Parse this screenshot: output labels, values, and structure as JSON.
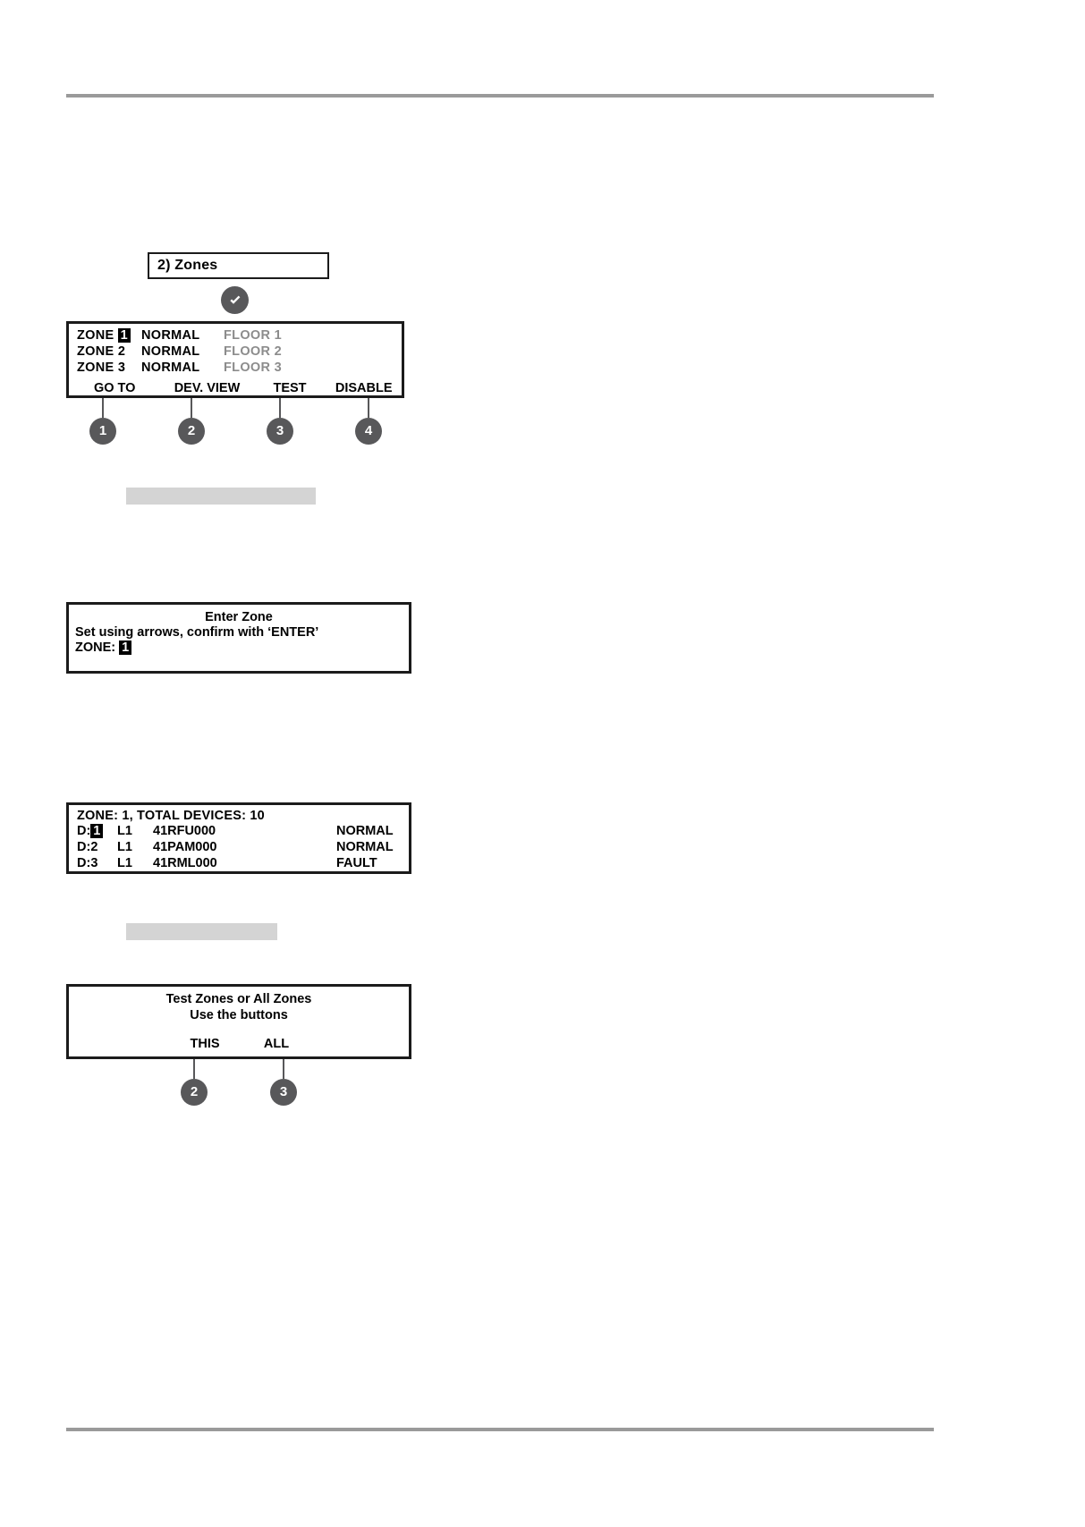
{
  "menu": {
    "title": "2) Zones"
  },
  "confirm_badge": {
    "icon": "check-icon"
  },
  "zones_screen": {
    "rows": [
      {
        "name": "ZONE",
        "number": "1",
        "selected": true,
        "state": "NORMAL",
        "label": "FLOOR 1"
      },
      {
        "name": "ZONE",
        "number": "2",
        "selected": false,
        "state": "NORMAL",
        "label": "FLOOR 2"
      },
      {
        "name": "ZONE",
        "number": "3",
        "selected": false,
        "state": "NORMAL",
        "label": "FLOOR 3"
      }
    ],
    "softkeys": [
      {
        "label": "GO TO",
        "callout": "1"
      },
      {
        "label": "DEV. VIEW",
        "callout": "2"
      },
      {
        "label": "TEST",
        "callout": "3"
      },
      {
        "label": "DISABLE",
        "callout": "4"
      }
    ]
  },
  "enter_zone_screen": {
    "title": "Enter Zone",
    "instruction": "Set using arrows, confirm with ‘ENTER’",
    "field_label": "ZONE:",
    "field_value": "1"
  },
  "device_view_screen": {
    "header": "ZONE: 1, TOTAL DEVICES: 10",
    "rows": [
      {
        "id_prefix": "D:",
        "id": "1",
        "selected": true,
        "loop": "L1",
        "code": "41RFU000",
        "state": "NORMAL"
      },
      {
        "id_prefix": "D:",
        "id": "2",
        "selected": false,
        "loop": "L1",
        "code": "41PAM000",
        "state": "NORMAL"
      },
      {
        "id_prefix": "D:",
        "id": "3",
        "selected": false,
        "loop": "L1",
        "code": "41RML000",
        "state": "FAULT"
      }
    ]
  },
  "test_screen": {
    "line1": "Test Zones or All Zones",
    "line2": "Use the buttons",
    "softkeys": [
      {
        "label": "THIS",
        "callout": "2"
      },
      {
        "label": "ALL",
        "callout": "3"
      }
    ]
  },
  "colors": {
    "rule": "#9a9a9a",
    "badge": "#58585a",
    "dim_text": "#8c8c8c",
    "redacted": "#d4d4d4",
    "panel_border": "#1b1b1b"
  }
}
